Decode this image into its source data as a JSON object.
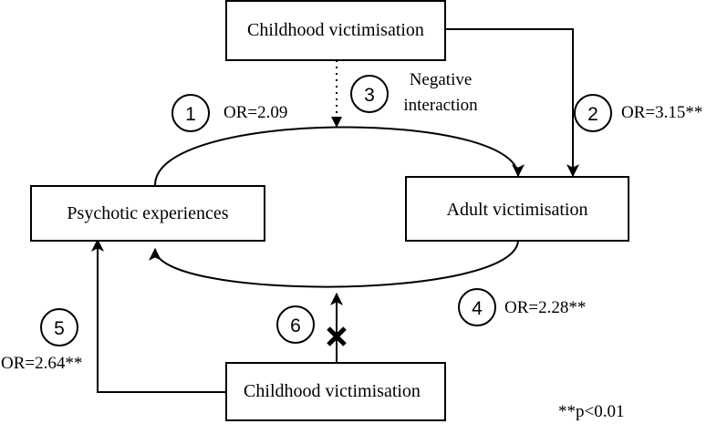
{
  "nodes": {
    "childhood_top": "Childhood victimisation",
    "psychotic": "Psychotic experiences",
    "adult": "Adult victimisation",
    "childhood_bottom": "Childhood victimisation"
  },
  "paths": [
    {
      "number": "1",
      "label": "OR=2.09"
    },
    {
      "number": "2",
      "label": "OR=3.15**"
    },
    {
      "number": "3",
      "label_line1": "Negative",
      "label_line2": "interaction"
    },
    {
      "number": "4",
      "label": "OR=2.28**"
    },
    {
      "number": "5",
      "label": "OR=2.64**"
    },
    {
      "number": "6"
    }
  ],
  "significance_note": "**p<0.01"
}
